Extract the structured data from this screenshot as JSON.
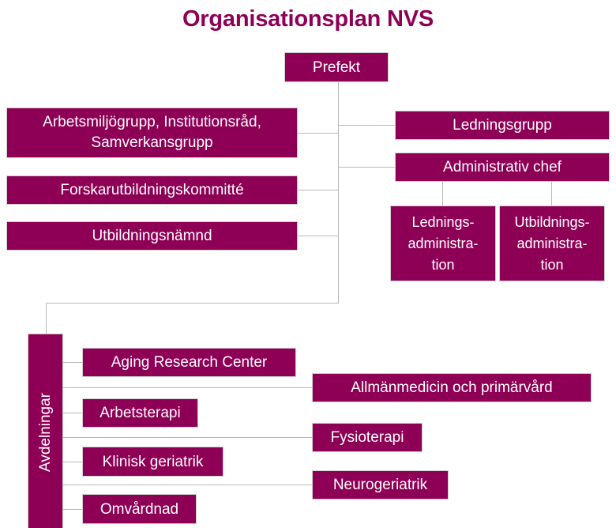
{
  "title": "Organisationsplan NVS",
  "accent_color": "#8e0055",
  "line_color": "#b9b9b9",
  "text_color": "#ffffff",
  "nodes": {
    "prefekt": "Prefekt",
    "arbetsmiljogrupp": "Arbetsmiljögrupp, Institutionsråd,\nSamverkansgrupp",
    "forskarutbildningskommitte": "Forskarutbildningskommitté",
    "utbildningsnamnd": "Utbildningsnämnd",
    "ledningsgrupp": "Ledningsgrupp",
    "administrativ_chef": "Administrativ chef",
    "ledningsadministration": "Lednings-\nadministra-\ntion",
    "utbildningsadministration": "Utbildnings-\nadministra-\ntion",
    "avdelningar": "Avdelningar",
    "aging_research_center": "Aging Research Center",
    "allmanmedicin": "Allmänmedicin och primärvård",
    "arbetsterapi": "Arbetsterapi",
    "fysioterapi": "Fysioterapi",
    "klinisk_geriatrik": "Klinisk geriatrik",
    "neurogeriatrik": "Neurogeriatrik",
    "omvardnad": "Omvårdnad"
  }
}
